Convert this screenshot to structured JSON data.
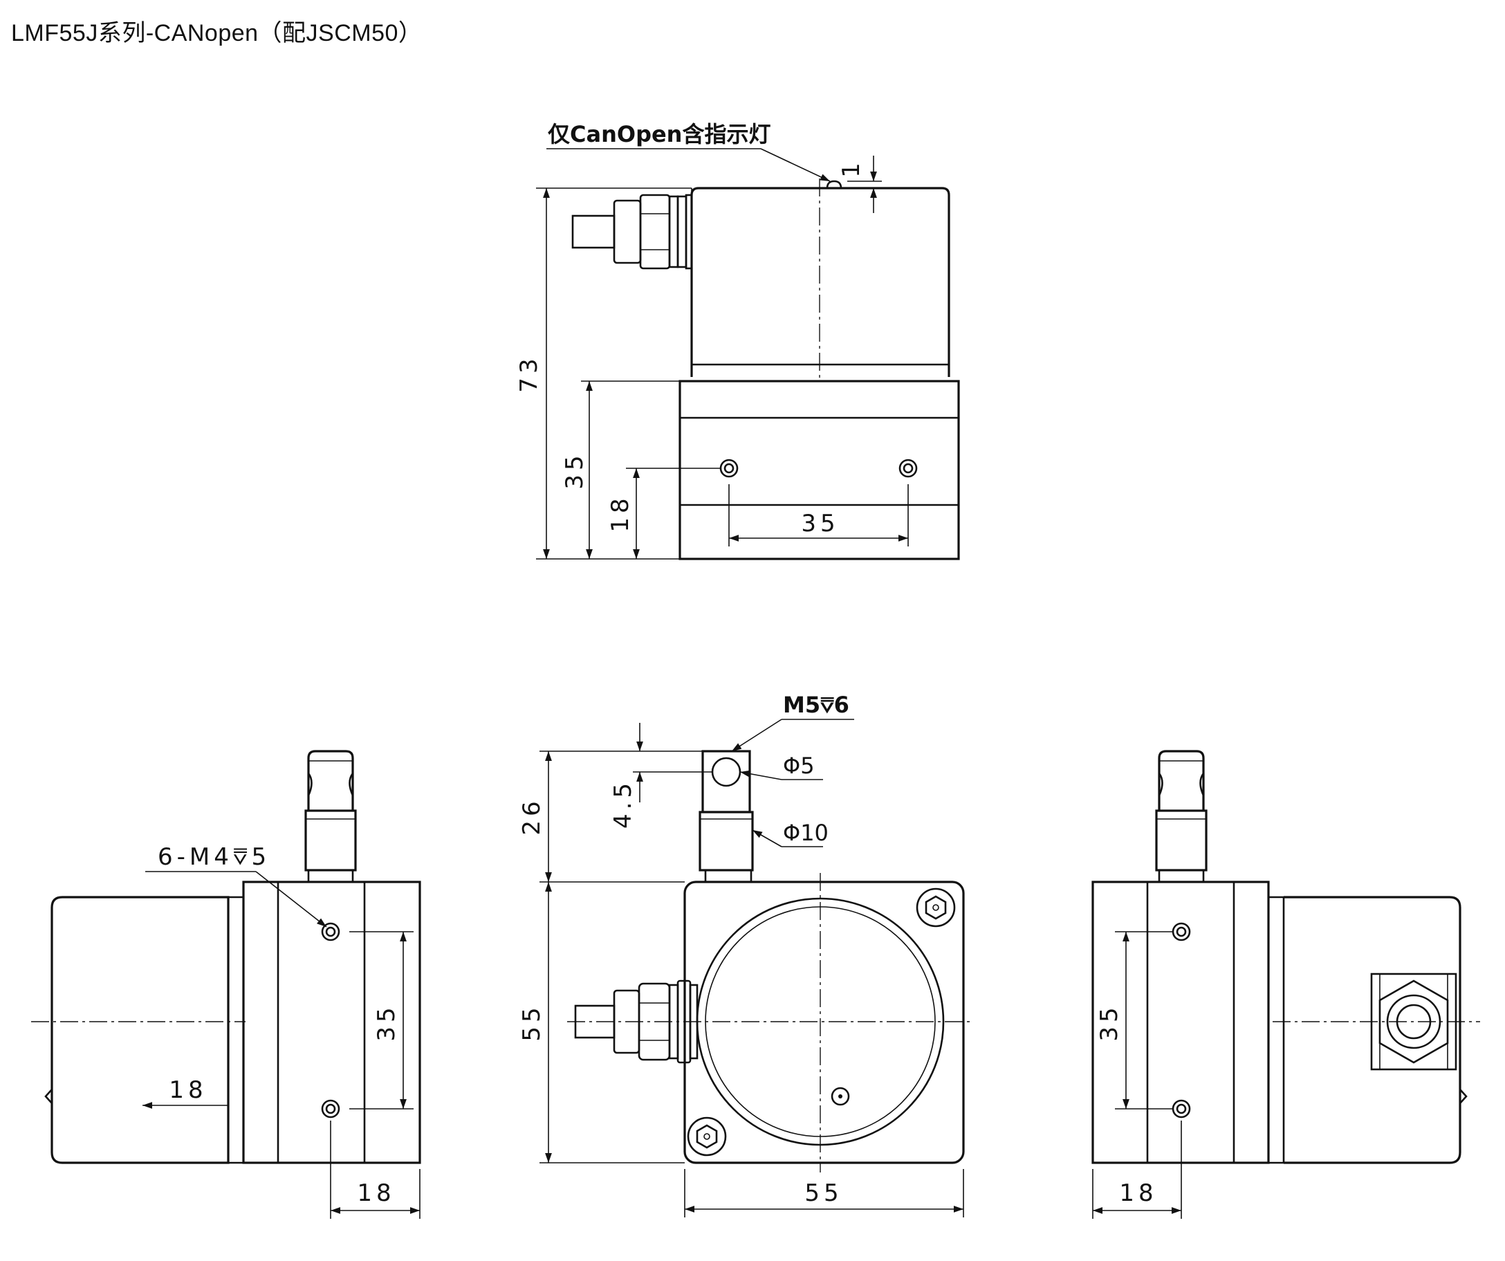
{
  "title": "LMF55J系列-CANopen（配JSCM50）",
  "callouts": {
    "indicator": "仅CanOpen含指示灯",
    "thread_top": "M5⩢6",
    "dia_small": "Φ5",
    "dia_large": "Φ10",
    "side_holes": "6-M4⩢5"
  },
  "dimensions": {
    "top_gap": "1",
    "total_height": "73",
    "base_height": "35",
    "hole_height": "18",
    "hole_spacing_front": "35",
    "hook_offset": "4.5",
    "hook_height": "26",
    "body_height": "55",
    "body_width": "55",
    "left_spacing": "35",
    "left_depth": "18",
    "left_bottom": "18",
    "right_spacing": "35",
    "right_bottom": "18"
  }
}
